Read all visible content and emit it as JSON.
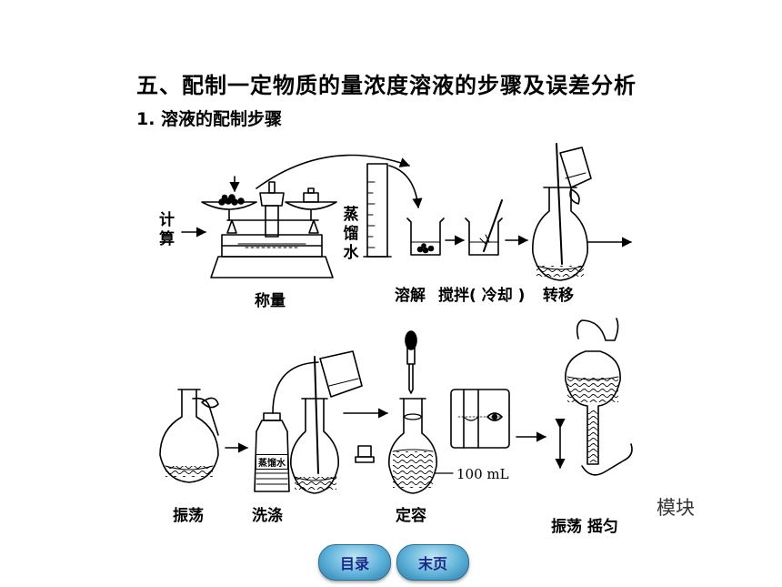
{
  "heading": "五、配制一定物质的量浓度溶液的步骤及误差分析",
  "subheading": "1. 溶液的配制步骤",
  "labels": {
    "calculate": "计算",
    "distilled_water_vertical": "蒸馏水",
    "weigh": "称量",
    "dissolve": "溶解",
    "stir_cool": "搅拌( 冷却 )",
    "transfer": "转移",
    "shake": "振荡",
    "wash": "洗涤",
    "wash_bottle_label": "蒸馏水",
    "constant_volume": "定容",
    "volume_mark": "100 mL",
    "shake_mix": "振荡  摇匀"
  },
  "module_text": "模块",
  "nav": {
    "toc": "目录",
    "last_page": "末页"
  },
  "colors": {
    "button_text": "#1b2a8a",
    "button_fill": "#5fb2d9"
  }
}
